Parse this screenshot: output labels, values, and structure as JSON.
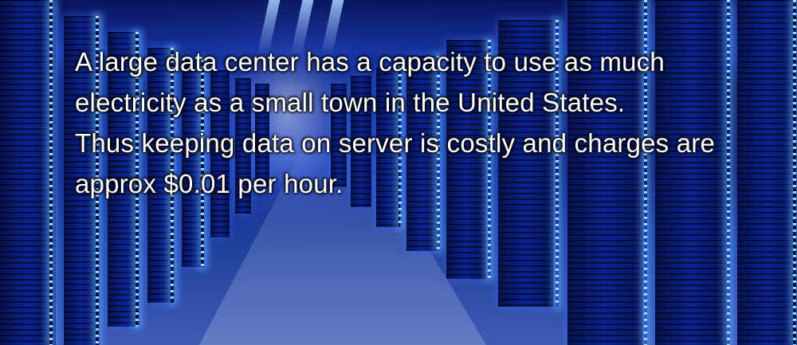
{
  "image": {
    "subject": "data-center-corridor",
    "accent_color": "#2a55e0",
    "light_color": "#8fcaff"
  },
  "caption": {
    "lines": [
      "A large data center has a capacity to use as much",
      "electricity as a small town in the United States.",
      "Thus keeping data on server is costly and charges are",
      "approx $0.01 per hour."
    ]
  }
}
